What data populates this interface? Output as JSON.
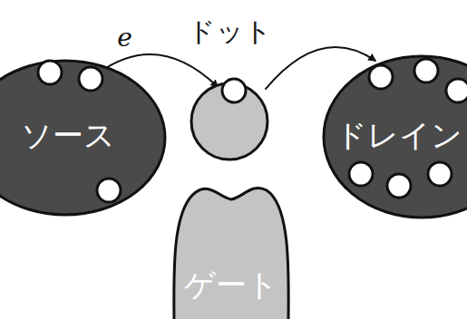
{
  "diagram": {
    "nodes": [
      {
        "text": [
          "ソース"
        ]
      },
      {
        "text": [
          "ドット"
        ]
      },
      {
        "text": [
          "ドレイン"
        ]
      },
      {
        "text": [
          "ゲート"
        ]
      }
    ],
    "edges": [
      {
        "from": 0,
        "to": 1,
        "arrow": "to",
        "label": "e"
      },
      {
        "from": 1,
        "to": 2,
        "arrow": "to"
      }
    ]
  }
}
